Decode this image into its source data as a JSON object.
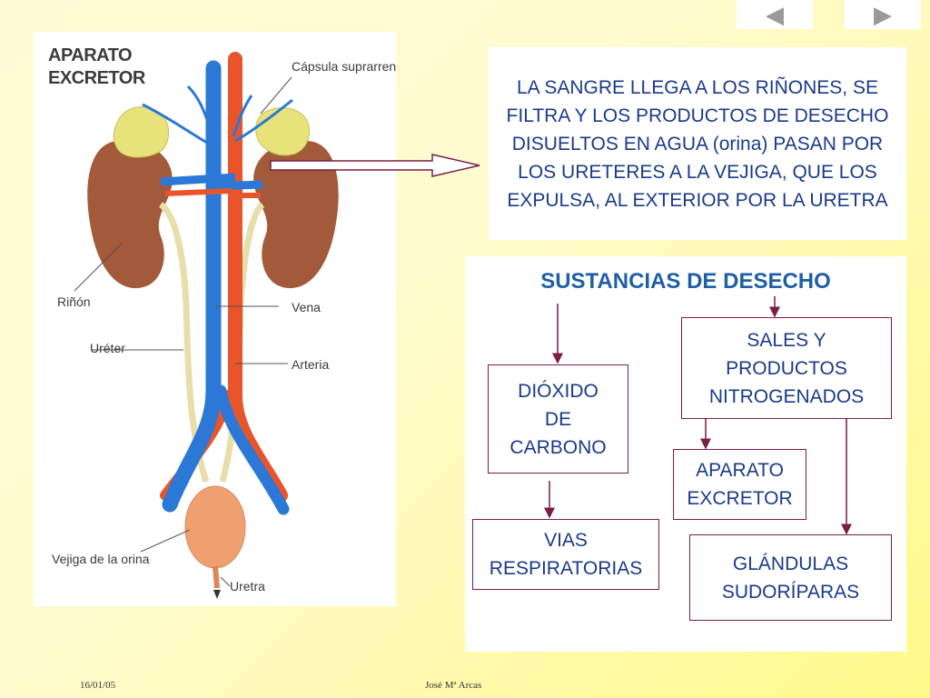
{
  "nav": {
    "prev_glyph": "◀",
    "next_glyph": "▶"
  },
  "anatomy": {
    "title_line1": "APARATO",
    "title_line2": "EXCRETOR",
    "labels": {
      "capsula": "Cápsula suprarrena",
      "rinon": "Riñón",
      "vena": "Vena",
      "ureter": "Uréter",
      "arteria": "Arteria",
      "vejiga": "Vejiga de la orina",
      "uretra": "Uretra"
    }
  },
  "info": {
    "text": "LA SANGRE LLEGA A LOS RIÑONES, SE FILTRA Y LOS PRODUCTOS DE DESECHO DISUELTOS EN AGUA (orina) PASAN POR LOS URETERES A LA VEJIGA, QUE LOS EXPULSA, AL EXTERIOR POR LA URETRA"
  },
  "waste": {
    "title": "SUSTANCIAS DE DESECHO",
    "boxes": {
      "dioxido": [
        "DIÓXIDO",
        "DE",
        "CARBONO"
      ],
      "vias": [
        "VIAS",
        "RESPIRATORIAS"
      ],
      "sales": [
        "SALES Y",
        "PRODUCTOS",
        "NITROGENADOS"
      ],
      "aparato": [
        "APARATO",
        "EXCRETOR"
      ],
      "glandulas": [
        "GLÁNDULAS",
        "SUDORÍPARAS"
      ]
    }
  },
  "footer": {
    "date": "16/01/05",
    "author": "José Mª Arcas"
  },
  "colors": {
    "vein": "#2b78d6",
    "artery": "#e8552a",
    "kidney": "#a35a3a",
    "adrenal": "#e8e27a",
    "ureter": "#e8deaa",
    "bladder": "#f0a070",
    "box_border": "#7a1e45",
    "text_blue": "#1a3a8a",
    "title_blue": "#1e5fa8"
  }
}
